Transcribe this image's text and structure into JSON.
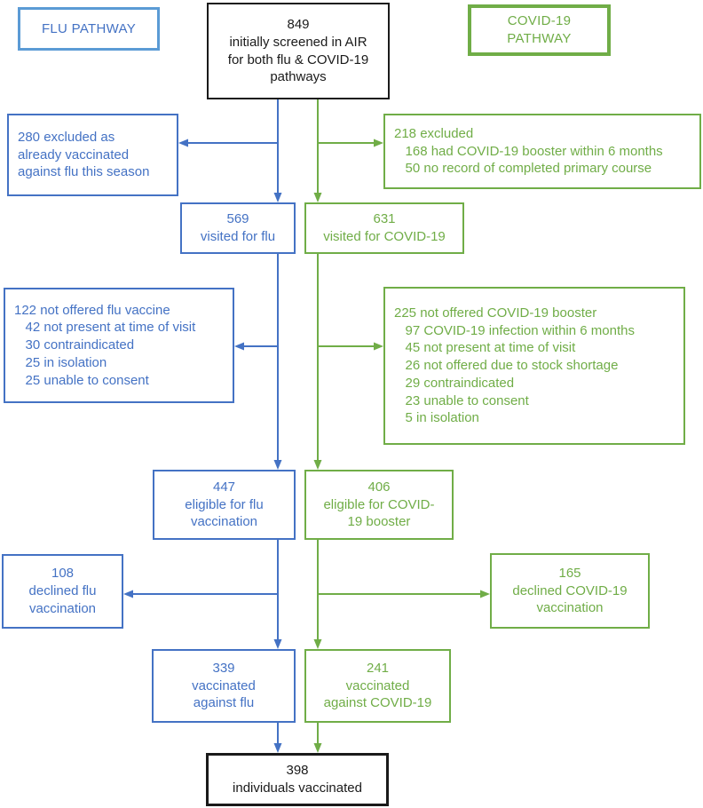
{
  "colors": {
    "flu_blue": "#4472C4",
    "covid_green": "#70AD47",
    "flu_label_border": "#5B9BD5",
    "neutral_black": "#1a1a1a",
    "background": "#ffffff"
  },
  "legend": {
    "flu_pathway": "FLU PATHWAY",
    "covid_pathway": "COVID-19\nPATHWAY"
  },
  "nodes": {
    "screened": {
      "text": "849\ninitially screened in AIR\nfor both flu & COVID-19\npathways"
    },
    "flu_excluded": {
      "text": "280 excluded as\nalready vaccinated\nagainst flu this season"
    },
    "covid_excluded": {
      "text": "218 excluded\n   168 had COVID-19 booster within 6 months\n   50 no record of completed primary course"
    },
    "flu_visited": {
      "text": "569\nvisited for flu"
    },
    "covid_visited": {
      "text": "631\nvisited for COVID-19"
    },
    "flu_not_offered": {
      "text": "122 not offered flu vaccine\n   42 not present at time of visit\n   30 contraindicated\n   25 in isolation\n   25 unable to consent"
    },
    "covid_not_offered": {
      "text": "225 not offered COVID-19 booster\n   97 COVID-19 infection within 6 months\n   45 not present at time of visit\n   26 not offered due to stock shortage\n   29 contraindicated\n   23 unable to consent\n   5 in isolation"
    },
    "flu_eligible": {
      "text": "447\neligible for flu\nvaccination"
    },
    "covid_eligible": {
      "text": "406\neligible for COVID-\n19 booster"
    },
    "flu_declined": {
      "text": "108\ndeclined flu\nvaccination"
    },
    "covid_declined": {
      "text": "165\ndeclined COVID-19\nvaccination"
    },
    "flu_vaccinated": {
      "text": "339\nvaccinated\nagainst flu"
    },
    "covid_vaccinated": {
      "text": "241\nvaccinated\nagainst COVID-19"
    },
    "total_vaccinated": {
      "text": "398\nindividuals vaccinated"
    }
  }
}
